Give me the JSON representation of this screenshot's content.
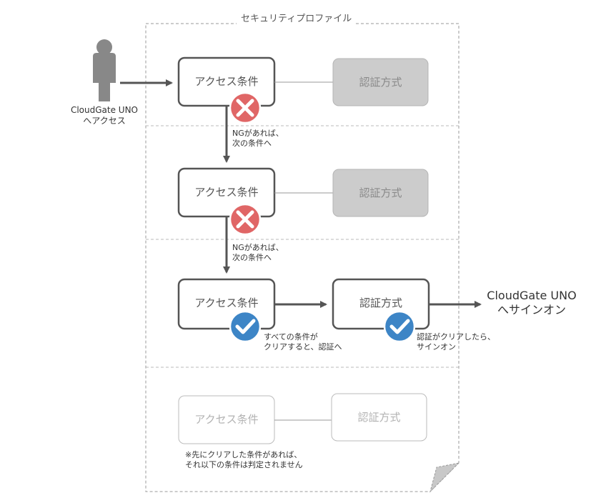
{
  "profile_title": "セキュリティプロファイル",
  "user": {
    "label_line1": "CloudGate UNO",
    "label_line2": "へアクセス",
    "icon": "person-icon"
  },
  "rows": [
    {
      "condition": "アクセス条件",
      "method": "認証方式",
      "result": "ng",
      "status_icon": "red-x-icon"
    },
    {
      "condition": "アクセス条件",
      "method": "認証方式",
      "result": "ng",
      "status_icon": "red-x-icon"
    },
    {
      "condition": "アクセス条件",
      "method": "認証方式",
      "result": "ok",
      "status_icon": "blue-check-icon"
    },
    {
      "condition": "アクセス条件",
      "method": "認証方式",
      "result": "skipped"
    }
  ],
  "notes": {
    "ng_1_line1": "NGがあれば、",
    "ng_1_line2": "次の条件へ",
    "ng_2_line1": "NGがあれば、",
    "ng_2_line2": "次の条件へ",
    "all_clear_line1": "すべての条件が",
    "all_clear_line2": "クリアすると、認証へ",
    "auth_clear_line1": "認証がクリアしたら、",
    "auth_clear_line2": "サインオン",
    "footnote_line1": "※先にクリアした条件があれば、",
    "footnote_line2": "それ以下の条件は判定されません"
  },
  "destination": {
    "line1": "CloudGate UNO",
    "line2": "へサインオン"
  },
  "colors": {
    "active_border": "#555555",
    "disabled_fill": "#cccccc",
    "faded_border": "#bbbbbb",
    "ng_red": "#e06666",
    "ok_blue": "#3d85c6",
    "person_gray": "#888888",
    "arrow": "#555555"
  }
}
